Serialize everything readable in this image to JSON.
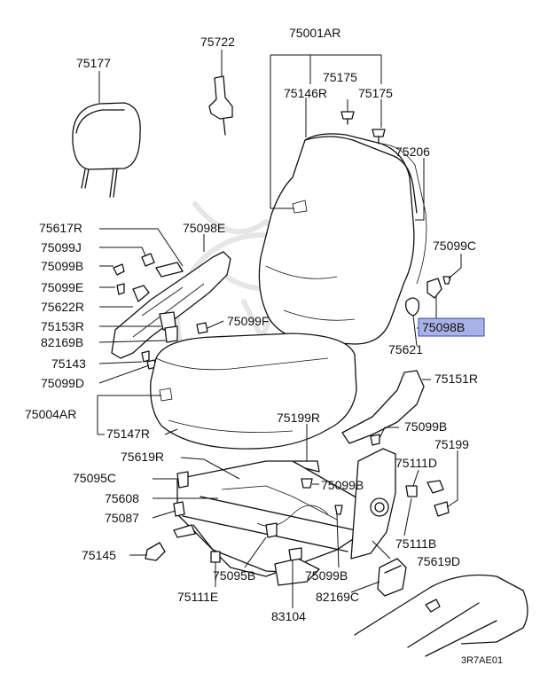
{
  "diagram": {
    "highlight_color": "#a9b1e6",
    "code": "3R7AE01",
    "labels": {
      "p75001AR": "75001AR",
      "p75722": "75722",
      "p75177": "75177",
      "p75175a": "75175",
      "p75146R": "75146R",
      "p75175b": "75175",
      "p75206": "75206",
      "p75617R": "75617R",
      "p75098E": "75098E",
      "p75099J": "75099J",
      "p75099C": "75099C",
      "p75099B_a": "75099B",
      "p75099E": "75099E",
      "p75622R": "75622R",
      "p75098B": "75098B",
      "p75153R": "75153R",
      "p75099F": "75099F",
      "p82169B": "82169B",
      "p75621": "75621",
      "p75143": "75143",
      "p75151R": "75151R",
      "p75099D": "75099D",
      "p75004AR": "75004AR",
      "p75199R": "75199R",
      "p75099B_b": "75099B",
      "p75147R": "75147R",
      "p75199": "75199",
      "p75619R": "75619R",
      "p75111D": "75111D",
      "p75095C": "75095C",
      "p75099B_c": "75099B",
      "p75608": "75608",
      "p75087": "75087",
      "p75111B": "75111B",
      "p75145": "75145",
      "p75095B": "75095B",
      "p75099B_d": "75099B",
      "p75619D": "75619D",
      "p75111E": "75111E",
      "p82169C": "82169C",
      "p83104": "83104"
    }
  }
}
